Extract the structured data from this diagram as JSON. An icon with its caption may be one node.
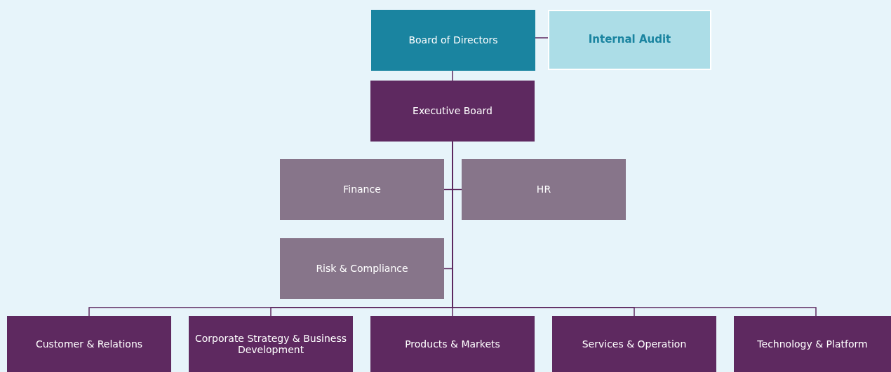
{
  "diagram": {
    "nodes": [
      {
        "text": [
          "Board of Directors"
        ]
      },
      {
        "text": [
          "Internal Audit"
        ]
      },
      {
        "text": [
          "Executive Board"
        ]
      },
      {
        "text": [
          "Finance"
        ]
      },
      {
        "text": [
          "HR"
        ]
      },
      {
        "text": [
          "Risk &  Compliance"
        ]
      },
      {
        "text": [
          "Customer & Relations"
        ]
      },
      {
        "text": [
          "Corporate Strategy & Business Development"
        ]
      },
      {
        "text": [
          "Products & Markets"
        ]
      },
      {
        "text": [
          "Services & Operation"
        ]
      },
      {
        "text": [
          "Technology & Platform"
        ]
      }
    ],
    "edges": [
      {
        "from": 0,
        "to": 1,
        "arrow": "none"
      },
      {
        "from": 0,
        "to": 2,
        "arrow": "none"
      },
      {
        "from": 2,
        "to": 3,
        "arrow": "none"
      },
      {
        "from": 2,
        "to": 4,
        "arrow": "none"
      },
      {
        "from": 2,
        "to": 5,
        "arrow": "none"
      },
      {
        "from": 2,
        "to": 6,
        "arrow": "none"
      },
      {
        "from": 2,
        "to": 7,
        "arrow": "none"
      },
      {
        "from": 2,
        "to": 8,
        "arrow": "none"
      },
      {
        "from": 2,
        "to": 9,
        "arrow": "none"
      },
      {
        "from": 2,
        "to": 10,
        "arrow": "none"
      }
    ]
  }
}
